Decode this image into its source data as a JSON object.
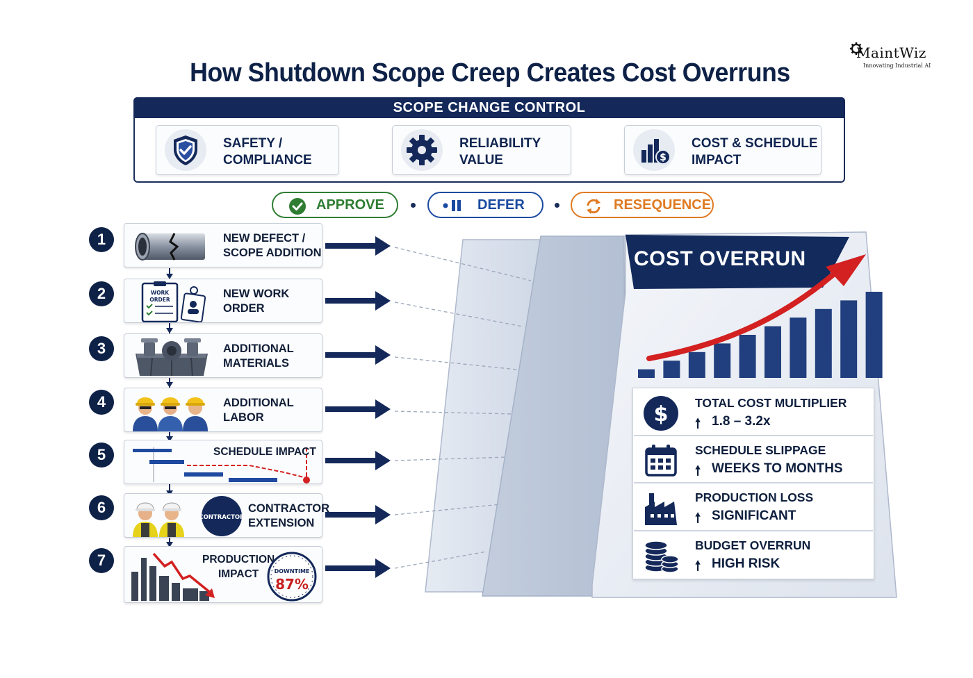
{
  "brand": {
    "name": "MaintWiz",
    "tagline": "Innovating Industrial AI"
  },
  "title": "How Shutdown Scope Creep Creates Cost Overruns",
  "scope_control": {
    "header": "SCOPE CHANGE CONTROL",
    "cards": [
      {
        "label": "SAFETY /\nCOMPLIANCE",
        "icon": "shield-check-icon"
      },
      {
        "label": "RELIABILITY\nVALUE",
        "icon": "gear-icon"
      },
      {
        "label": "COST & SCHEDULE\nIMPACT",
        "icon": "bar-chart-dollar-icon"
      }
    ]
  },
  "decisions": [
    {
      "label": "APPROVE",
      "color": "#2e7d32",
      "icon": "check-circle-icon"
    },
    {
      "label": "DEFER",
      "color": "#1a4aa0",
      "icon": "pause-icon"
    },
    {
      "label": "RESEQUENCE",
      "color": "#e07a22",
      "icon": "refresh-icon"
    }
  ],
  "steps": [
    {
      "num": "1",
      "label": "NEW DEFECT /\nSCOPE ADDITION",
      "icon": "cracked-pipe-icon"
    },
    {
      "num": "2",
      "label": "NEW WORK\nORDER",
      "icon": "clipboard-badge-icon",
      "icon_text": "WORK\nORDER"
    },
    {
      "num": "3",
      "label": "ADDITIONAL\nMATERIALS",
      "icon": "valves-crate-icon"
    },
    {
      "num": "4",
      "label": "ADDITIONAL\nLABOR",
      "icon": "workers-icon"
    },
    {
      "num": "5",
      "label": "SCHEDULE IMPACT",
      "icon": "gantt-chart-icon"
    },
    {
      "num": "6",
      "label": "CONTRACTOR\nEXTENSION",
      "icon": "contractor-icon",
      "icon_text": "CONTRACTOR"
    },
    {
      "num": "7",
      "label": "PRODUCTION\nIMPACT",
      "icon": "factory-decline-icon",
      "gauge_label": "DOWNTIME",
      "gauge_value": "87%"
    }
  ],
  "cost_overrun": {
    "title": "COST OVERRUN",
    "bar_values": [
      1,
      2,
      3,
      4,
      5,
      6,
      7,
      8,
      9,
      10
    ],
    "bar_color": "#213f7e",
    "arrow_color": "#d32020",
    "metrics": [
      {
        "label": "TOTAL COST MULTIPLIER",
        "value": "1.8 – 3.2x",
        "icon": "dollar-circle-icon"
      },
      {
        "label": "SCHEDULE SLIPPAGE",
        "value": "WEEKS TO MONTHS",
        "icon": "calendar-icon"
      },
      {
        "label": "PRODUCTION LOSS",
        "value": "SIGNIFICANT",
        "icon": "factory-icon"
      },
      {
        "label": "BUDGET OVERRUN",
        "value": "HIGH RISK",
        "icon": "coin-stack-icon"
      }
    ]
  }
}
